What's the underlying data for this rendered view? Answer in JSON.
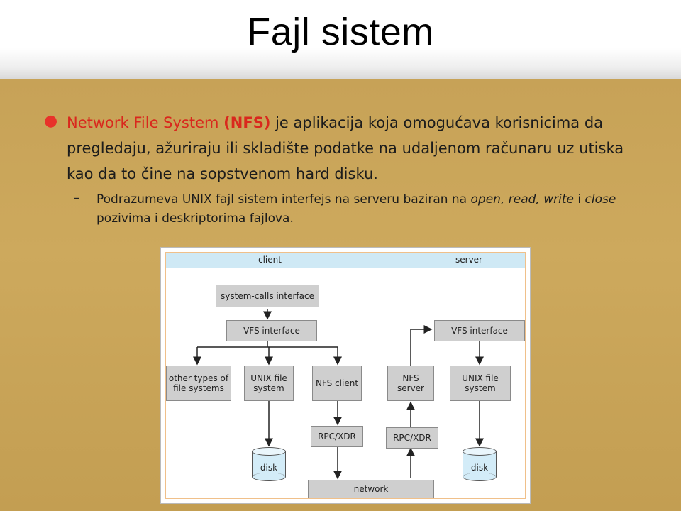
{
  "slide": {
    "title": "Fajl sistem",
    "bullet": {
      "term": "Network File System",
      "abbr": "(NFS)",
      "text": " je aplikacija koja omogućava korisnicima da pregledaju, ažuriraju ili skladište podatke na udaljenom računaru uz utiska kao da to čine na sopstvenom  hard disku."
    },
    "sub": {
      "dash": "–",
      "part1": "Podrazumeva UNIX fajl sistem interfejs na serveru baziran na ",
      "italic1": "open, read, write",
      "part2": " i ",
      "italic2": "close",
      "part3": " pozivima i deskriptorima fajlova."
    }
  },
  "diagram": {
    "client_label": "client",
    "server_label": "server",
    "syscalls": "system-calls interface",
    "vfs_client": "VFS interface",
    "vfs_server": "VFS interface",
    "other_fs": "other types of file systems",
    "unix_client": "UNIX file system",
    "nfs_client": "NFS client",
    "nfs_server": "NFS server",
    "unix_server": "UNIX file system",
    "rpc_client": "RPC/XDR",
    "rpc_server": "RPC/XDR",
    "disk_client": "disk",
    "disk_server": "disk",
    "network": "network"
  }
}
